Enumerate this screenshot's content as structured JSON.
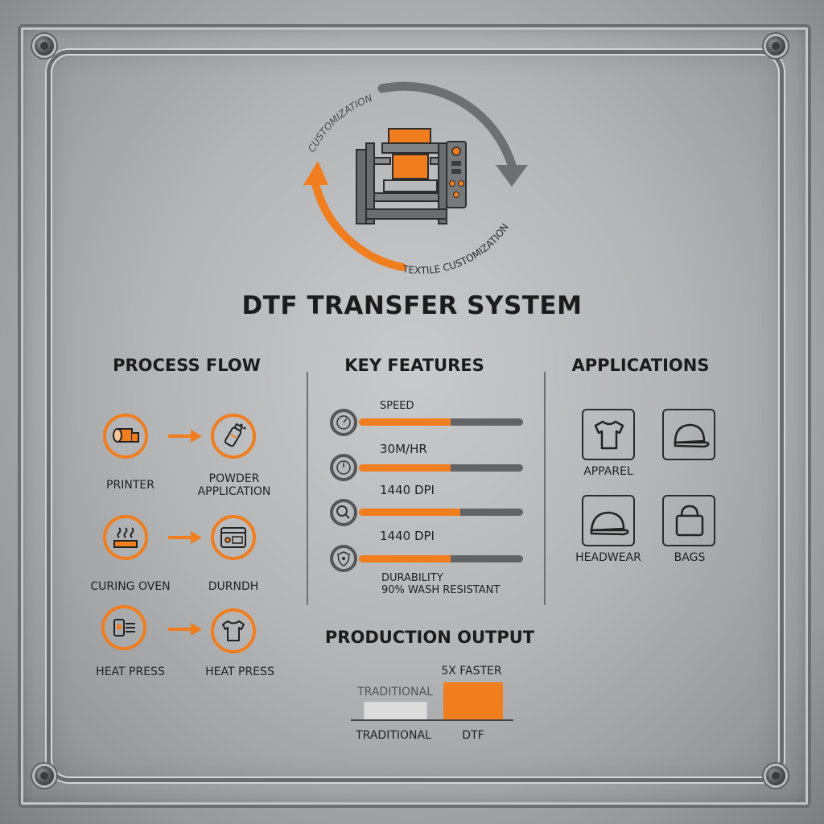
{
  "hero": {
    "ring_text_top": "CUSTOMIZATION",
    "ring_text_bottom": "TEXTILE CUSTOMIZATION",
    "title": "DTF TRANSFER SYSTEM"
  },
  "process_flow": {
    "heading": "PROCESS FLOW",
    "steps": [
      {
        "label": "PRINTER",
        "icon": "film-roll-icon"
      },
      {
        "label": "POWDER\nAPPLICATION",
        "icon": "powder-shaker-icon"
      },
      {
        "label": "CURING OVEN",
        "icon": "heat-waves-icon"
      },
      {
        "label": "DURNDH",
        "icon": "oven-icon"
      },
      {
        "label": "HEAT PRESS",
        "icon": "press-icon"
      },
      {
        "label": "HEAT PRESS",
        "icon": "tshirt-icon"
      }
    ]
  },
  "key_features": {
    "heading": "KEY FEATURES",
    "items": [
      {
        "label": "SPEED",
        "level": 0.56,
        "icon": "gauge-icon"
      },
      {
        "label": "30M/HR",
        "level": 0.56,
        "icon": "clock-icon"
      },
      {
        "label": "1440 DPI",
        "level": 0.62,
        "icon": "magnifier-icon"
      },
      {
        "label": "1440 DPI",
        "level": 0.56,
        "icon": "shield-icon"
      }
    ],
    "durability_label": "DURABILITY",
    "durability_value": "90% WASH RESISTANT"
  },
  "applications": {
    "heading": "APPLICATIONS",
    "items": [
      {
        "label": "APPAREL",
        "icon": "tshirt-icon"
      },
      {
        "label": "",
        "icon": "cap-icon"
      },
      {
        "label": "HEADWEAR",
        "icon": "cap-icon"
      },
      {
        "label": "BAGS",
        "icon": "bag-icon"
      }
    ]
  },
  "production_output": {
    "heading": "PRODUCTION OUTPUT",
    "bar_traditional_label": "TRADITIONAL",
    "bar_dtf_label": "5X FASTER",
    "axis_traditional": "TRADITIONAL",
    "axis_dtf": "DTF"
  },
  "colors": {
    "accent": "#f07d1e",
    "dark": "#1c1c1c",
    "metal": "#b4b5b6",
    "grey_icon": "#55565a"
  }
}
